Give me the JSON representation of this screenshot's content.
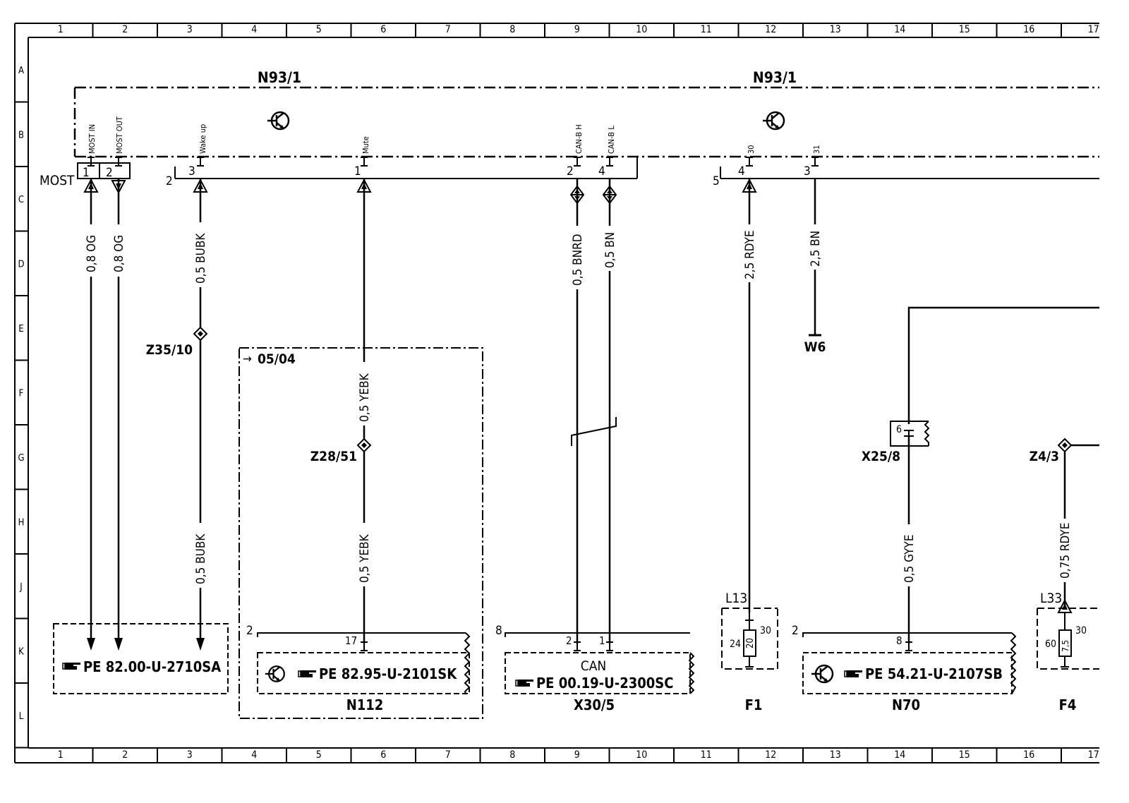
{
  "grid": {
    "columns": [
      "1",
      "2",
      "3",
      "4",
      "5",
      "6",
      "7",
      "8",
      "9",
      "10",
      "11",
      "12",
      "13",
      "14",
      "15",
      "16",
      "17"
    ],
    "rows": [
      "A",
      "B",
      "C",
      "D",
      "E",
      "F",
      "G",
      "H",
      "J",
      "K",
      "L"
    ]
  },
  "components": {
    "n93_left": "N93/1",
    "n93_right": "N93/1",
    "most_connector": "MOST",
    "n112": "N112",
    "x30_5": "X30/5",
    "f1": "F1",
    "n70": "N70",
    "f4": "F4",
    "x25_8": "X25/8",
    "w6": "W6",
    "z35_10": "Z35/10",
    "z28_51": "Z28/51",
    "z4_3": "Z4/3",
    "l13": "L13",
    "l33": "L33",
    "date_marker": "05/04",
    "can_label": "CAN"
  },
  "signals": {
    "most_in": "MOST IN",
    "most_out": "MOST OUT",
    "wake_up": "Wake up",
    "mute": "Mute",
    "can_b_h": "CAN-B H",
    "can_b_l": "CAN-B L",
    "s30": "30",
    "s31": "31"
  },
  "wires": {
    "w1": "0,8 OG",
    "w2": "0,8 OG",
    "w3a": "0,5 BUBK",
    "w3b": "0,5 BUBK",
    "w6a": "0,5 YEBK",
    "w6b": "0,5 YEBK",
    "w9": "0,5 BNRD",
    "w10": "0,5 BN",
    "w12": "2,5 RDYE",
    "w13": "2,5 BN",
    "w14": "0,5 GYYE",
    "w16": "0,75 RDYE"
  },
  "pins": {
    "p_most1": "1",
    "p_most2": "2",
    "p_c2": "2",
    "p_wake": "3",
    "p_mute": "1",
    "p_canh": "2",
    "p_canl": "4",
    "p_c5": "5",
    "p_30": "4",
    "p_31": "3",
    "p_n112_conn": "2",
    "p_n112_pin": "17",
    "p_x30_conn": "8",
    "p_x30_h": "2",
    "p_x30_l": "1",
    "p_n70_conn": "2",
    "p_n70_pin": "8",
    "p_x25": "6",
    "f1_rating": "20",
    "f1_left": "24",
    "f1_right": "30",
    "f4_rating": "7,5",
    "f4_left": "60",
    "f4_right": "30"
  },
  "references": {
    "ref1": "PE  82.00-U-2710SA",
    "ref2": "PE  82.95-U-2101SK",
    "ref3": "PE  00.19-U-2300SC",
    "ref4": "PE  54.21-U-2107SB"
  },
  "icons": [
    "transistor-icon",
    "pointing-hand-icon",
    "ground-icon",
    "fuse-icon"
  ]
}
